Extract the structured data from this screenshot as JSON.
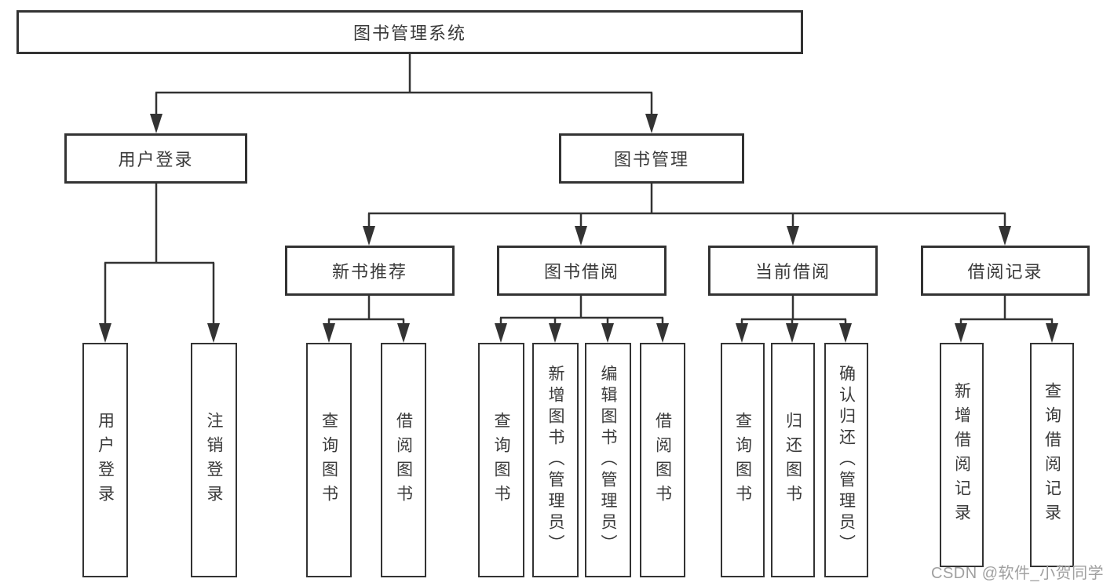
{
  "diagram_title": "图书管理系统",
  "nodes": {
    "root": {
      "label": "图书管理系统"
    },
    "user_login": {
      "label": "用户登录"
    },
    "book_mgmt": {
      "label": "图书管理"
    },
    "new_book_rec": {
      "label": "新书推荐"
    },
    "book_borrow": {
      "label": "图书借阅"
    },
    "current_borrow": {
      "label": "当前借阅"
    },
    "borrow_records": {
      "label": "借阅记录"
    },
    "leaf_user_login": {
      "label": "用户登录"
    },
    "leaf_logout": {
      "label": "注销登录"
    },
    "leaf_query_book_1": {
      "label": "查询图书"
    },
    "leaf_borrow_book_1": {
      "label": "借阅图书"
    },
    "leaf_query_book_2": {
      "label": "查询图书"
    },
    "leaf_add_book": {
      "label": "新增图书（管理员）"
    },
    "leaf_edit_book": {
      "label": "编辑图书（管理员）"
    },
    "leaf_borrow_book_2": {
      "label": "借阅图书"
    },
    "leaf_query_book_3": {
      "label": "查询图书"
    },
    "leaf_return_book": {
      "label": "归还图书"
    },
    "leaf_confirm_return": {
      "label": "确认归还（管理员）"
    },
    "leaf_add_borrow_record": {
      "label": "新增借阅记录"
    },
    "leaf_query_borrow_record": {
      "label": "查询借阅记录"
    }
  },
  "hierarchy": {
    "root": "图书管理系统",
    "children": [
      {
        "label": "用户登录",
        "children": [
          "用户登录",
          "注销登录"
        ]
      },
      {
        "label": "图书管理",
        "children": [
          {
            "label": "新书推荐",
            "children": [
              "查询图书",
              "借阅图书"
            ]
          },
          {
            "label": "图书借阅",
            "children": [
              "查询图书",
              "新增图书（管理员）",
              "编辑图书（管理员）",
              "借阅图书"
            ]
          },
          {
            "label": "当前借阅",
            "children": [
              "查询图书",
              "归还图书",
              "确认归还（管理员）"
            ]
          },
          {
            "label": "借阅记录",
            "children": [
              "新增借阅记录",
              "查询借阅记录"
            ]
          }
        ]
      }
    ]
  },
  "watermark": {
    "text": "CSDN @软件_小贺同学"
  },
  "colors": {
    "line": "#333333",
    "box_border": "#333333",
    "text": "#3a3a3a",
    "watermark": "#a0a0a0",
    "background": "#ffffff"
  }
}
